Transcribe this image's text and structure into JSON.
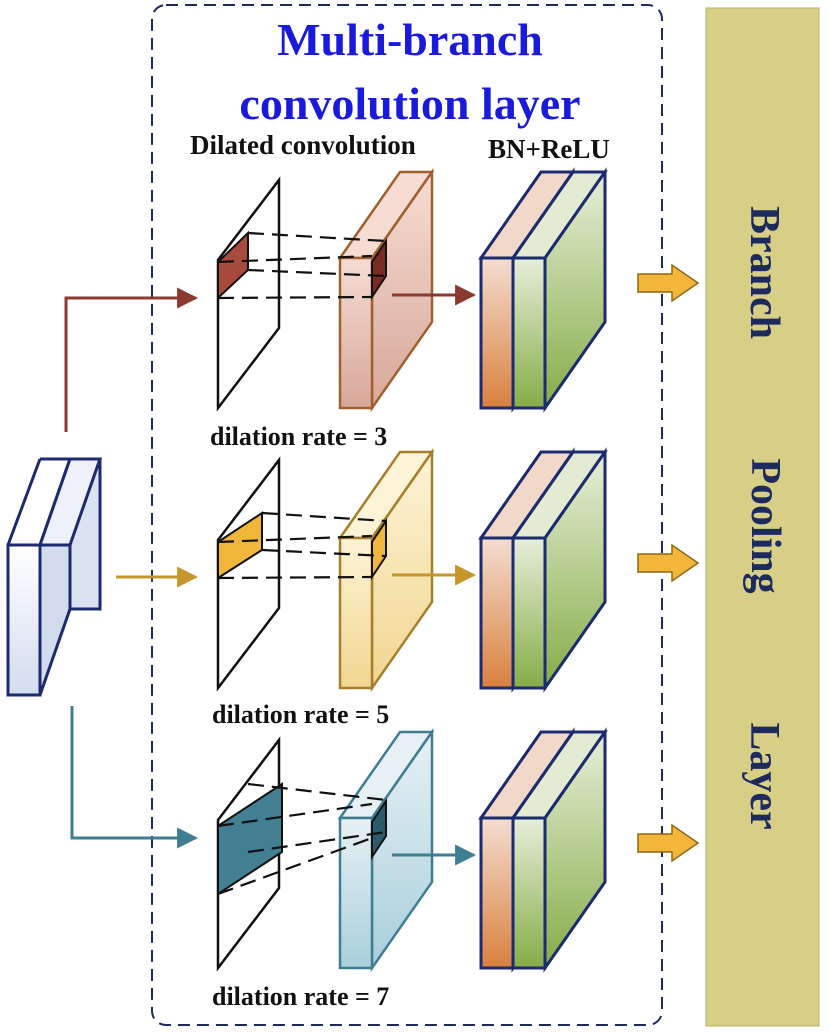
{
  "title": {
    "line1": "Multi-branch",
    "line2": "convolution layer"
  },
  "headers": {
    "dilated": "Dilated convolution",
    "bn": "BN+ReLU"
  },
  "branches": [
    {
      "rate_label": "dilation rate = 3",
      "color": "#8b3a2f",
      "fill": "#a84a3c",
      "box_top": "#f6dcd3",
      "box_bottom": "#d7a899",
      "box_edge": "#a0602e"
    },
    {
      "rate_label": "dilation rate = 5",
      "color": "#c5972a",
      "fill": "#f1b73c",
      "box_top": "#fdf3d6",
      "box_bottom": "#f1d690",
      "box_edge": "#a57f2c"
    },
    {
      "rate_label": "dilation rate = 7",
      "color": "#3f7e91",
      "fill": "#437f93",
      "box_top": "#e7f1f5",
      "box_bottom": "#a8cfdb",
      "box_edge": "#3f7e91"
    }
  ],
  "pooling": {
    "words": [
      "Branch",
      "Pooling",
      "Layer"
    ],
    "bg": "#d8cf86",
    "arrow_color": "#f4b63a"
  },
  "colors": {
    "dashed_border": "#1c2a5e",
    "title_blue": "#1a1adc",
    "stack_edge": "#1c2a6e",
    "input_fill": "#dbe2f2"
  }
}
